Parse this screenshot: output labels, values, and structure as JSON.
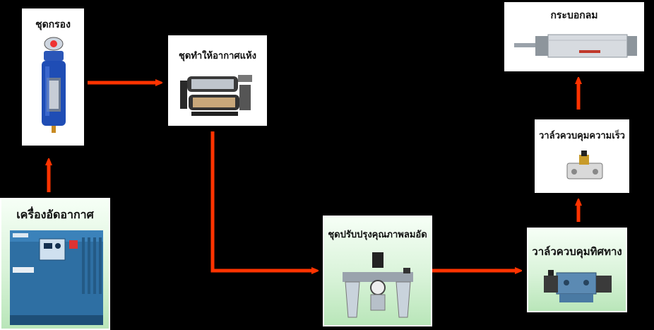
{
  "nodes": {
    "filter": {
      "label": "ชุดกรอง"
    },
    "dryer": {
      "label": "ชุดทำให้อากาศแห้ง"
    },
    "compressor": {
      "label": "เครื่องอัดอากาศ"
    },
    "frl": {
      "label": "ชุดปรับปรุงคุณภาพลมอัด"
    },
    "direction_valve": {
      "label": "วาล์วควบคุมทิศทาง"
    },
    "speed_valve": {
      "label": "วาล์วควบคุมความเร็ว"
    },
    "cylinder": {
      "label": "กระบอกลม"
    }
  },
  "colors": {
    "arrow": "#ff3300",
    "background": "#000000"
  }
}
